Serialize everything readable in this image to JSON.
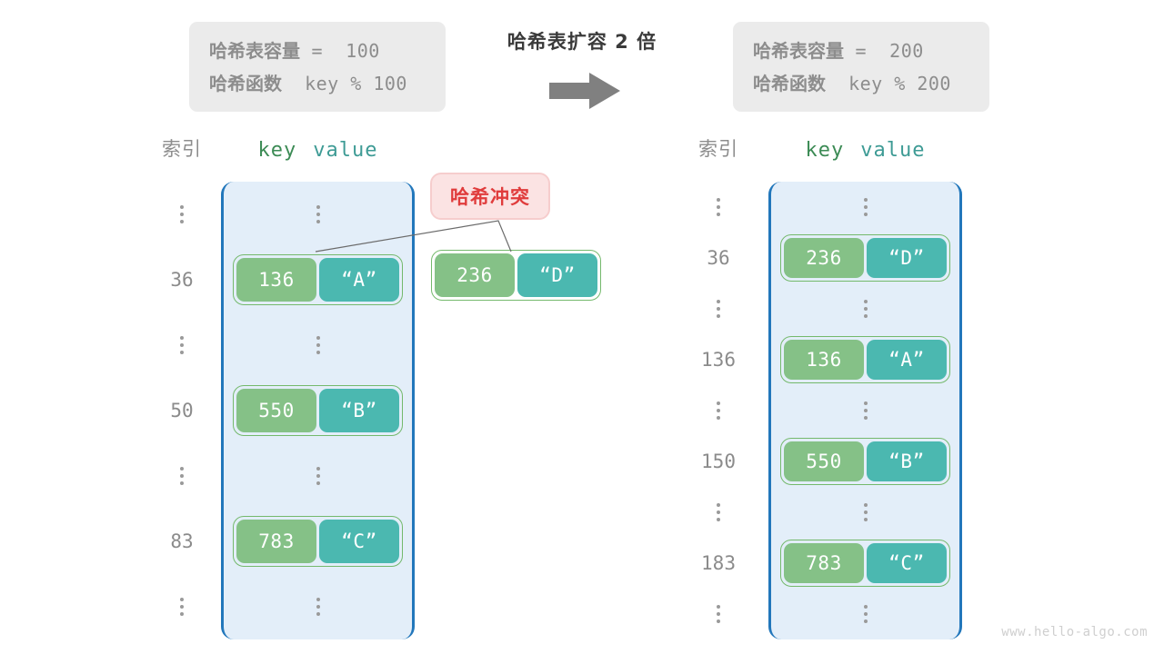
{
  "center": {
    "title": "哈希表扩容 2 倍",
    "arrow_icon": "right-arrow-icon"
  },
  "info_left": {
    "capacity_label": "哈希表容量",
    "capacity_value": " =  100",
    "function_label": "哈希函数",
    "function_value": "  key % 100"
  },
  "info_right": {
    "capacity_label": "哈希表容量",
    "capacity_value": " =  200",
    "function_label": "哈希函数",
    "function_value": "  key % 200"
  },
  "collision": {
    "badge_label": "哈希冲突",
    "floating_entry": {
      "key": "236",
      "value": "“D”"
    }
  },
  "left_table": {
    "header": {
      "index": "索引",
      "key": "key",
      "value": "value"
    },
    "rows": [
      {
        "index": "⋮",
        "type": "dots"
      },
      {
        "index": "36",
        "type": "entry",
        "key": "136",
        "value": "“A”"
      },
      {
        "index": "⋮",
        "type": "dots"
      },
      {
        "index": "50",
        "type": "entry",
        "key": "550",
        "value": "“B”"
      },
      {
        "index": "⋮",
        "type": "dots"
      },
      {
        "index": "83",
        "type": "entry",
        "key": "783",
        "value": "“C”"
      },
      {
        "index": "⋮",
        "type": "dots"
      }
    ]
  },
  "right_table": {
    "header": {
      "index": "索引",
      "key": "key",
      "value": "value"
    },
    "rows": [
      {
        "index": "⋮",
        "type": "dots"
      },
      {
        "index": "36",
        "type": "entry",
        "key": "236",
        "value": "“D”"
      },
      {
        "index": "⋮",
        "type": "dots"
      },
      {
        "index": "136",
        "type": "entry",
        "key": "136",
        "value": "“A”"
      },
      {
        "index": "⋮",
        "type": "dots"
      },
      {
        "index": "150",
        "type": "entry",
        "key": "550",
        "value": "“B”"
      },
      {
        "index": "⋮",
        "type": "dots"
      },
      {
        "index": "183",
        "type": "entry",
        "key": "783",
        "value": "“C”"
      },
      {
        "index": "⋮",
        "type": "dots"
      }
    ]
  },
  "watermark": "www.hello-algo.com",
  "colors": {
    "key_fill": "#85c187",
    "value_fill": "#4bb8b0",
    "pair_border": "#74b96c",
    "bucket_fill": "#e3eef9",
    "bucket_border": "#2277bb",
    "badge_bg": "#fbe3e3",
    "badge_text": "#e03c3c",
    "info_bg": "#ebebeb",
    "muted_text": "#8d8d8d",
    "arrow_fill": "#808080"
  }
}
